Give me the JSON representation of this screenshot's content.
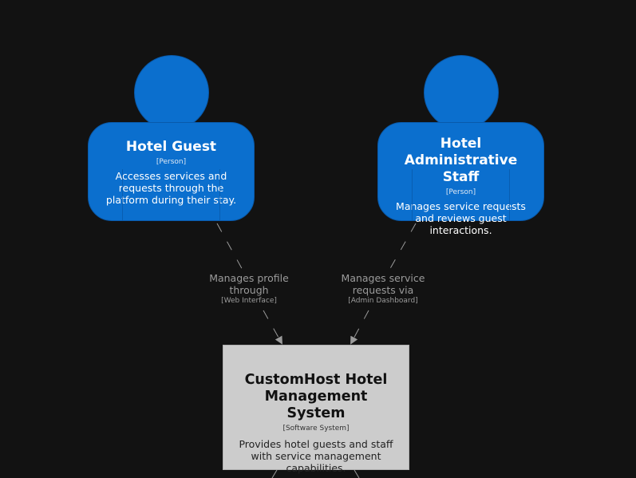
{
  "persons": {
    "guest": {
      "name": "Hotel Guest",
      "tag": "[Person]",
      "description": "Accesses services and requests through the platform during their stay."
    },
    "staff": {
      "name": "Hotel Administrative Staff",
      "tag": "[Person]",
      "description": "Manages service requests and reviews guest interactions."
    }
  },
  "system": {
    "name": "CustomHost Hotel Management System",
    "tag": "[Software System]",
    "description": "Provides hotel guests and staff with service management capabilities."
  },
  "relations": {
    "guest_to_system": {
      "label": "Manages profile through",
      "tech": "[Web Interface]"
    },
    "staff_to_system": {
      "label": "Manages service requests via",
      "tech": "[Admin Dashboard]"
    }
  },
  "colors": {
    "background": "#121212",
    "person": "#0b6fce",
    "system": "#cccccc",
    "edge": "#9b9b9b"
  }
}
